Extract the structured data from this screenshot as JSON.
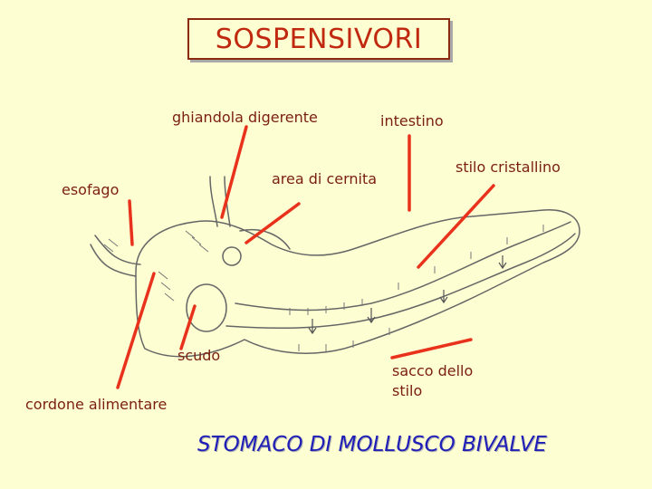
{
  "title": "SOSPENSIVORI",
  "caption": "STOMACO DI MOLLUSCO BIVALVE",
  "labels": {
    "ghiandola": "ghiandola digerente",
    "intestino": "intestino",
    "stilo": "stilo cristallino",
    "area": "area di cernita",
    "esofago": "esofago",
    "scudo": "scudo",
    "cordone": "cordone alimentare",
    "sacco_1": "sacco dello",
    "sacco_2": "stilo"
  },
  "colors": {
    "background": "#fefed3",
    "label_text": "#7a1f0e",
    "leader_line": "#e8321c",
    "title_text": "#c0290f",
    "caption_text": "#1f1fb8"
  }
}
